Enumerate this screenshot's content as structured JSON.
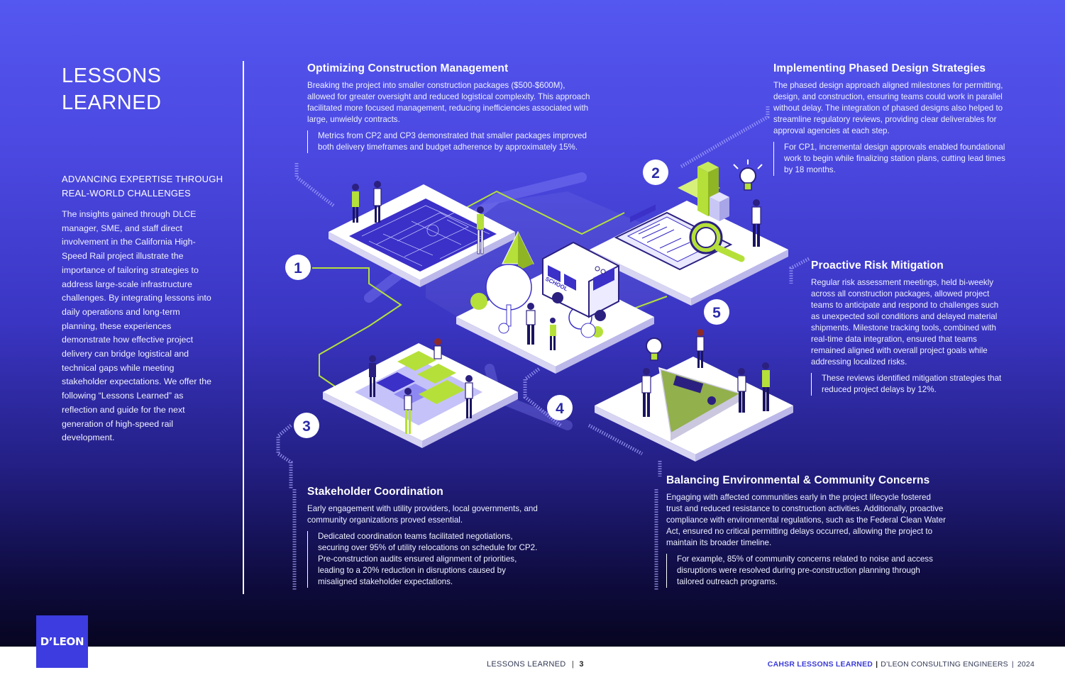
{
  "page": {
    "title_line1": "LESSONS",
    "title_line2": "LEARNED",
    "subtitle": "ADVANCING EXPERTISE THROUGH REAL-WORLD CHALLENGES",
    "intro": "The insights gained through DLCE manager, SME, and staff direct involvement in the California High-Speed Rail project illustrate the importance of tailoring strategies to address large-scale infrastructure challenges. By integrating lessons into daily operations and long-term planning, these experiences demonstrate how effective project delivery can bridge logistical and technical gaps while meeting stakeholder expectations. We offer the following “Lessons Learned” as reflection and guide for the next generation of high-speed rail development."
  },
  "sections": {
    "s1": {
      "title": "Optimizing Construction Management",
      "body": "Breaking the project into smaller construction packages ($500-$600M), allowed for greater oversight and reduced logistical complexity. This approach facilitated more focused management, reducing inefficiencies associated with large, unwieldy contracts.",
      "quote": "Metrics from CP2 and CP3 demonstrated that smaller packages improved both delivery timeframes and budget adherence by approximately 15%."
    },
    "s2": {
      "title": "Implementing Phased Design Strategies",
      "body": "The phased design approach aligned milestones for permitting, design, and construction, ensuring teams could work in parallel without delay. The integration of phased designs also helped to streamline regulatory reviews, providing clear deliverables for approval agencies at each step.",
      "quote": "For CP1, incremental design approvals enabled foundational work to begin while finalizing station plans, cutting lead times by 18 months."
    },
    "s3": {
      "title": "Stakeholder Coordination",
      "body": "Early engagement with utility providers, local governments, and community organizations proved essential.",
      "quote": "Dedicated coordination teams facilitated negotiations, securing over 95% of utility relocations on schedule for CP2. Pre-construction audits ensured alignment of priorities, leading to a 20% reduction in disruptions caused by misaligned stakeholder expectations."
    },
    "s4": {
      "title": "Balancing Environmental & Community Concerns",
      "body": "Engaging with affected communities early in the project lifecycle fostered trust and reduced resistance to construction activities. Additionally, proactive compliance with environmental regulations, such as the Federal Clean Water Act, ensured no critical permitting delays occurred, allowing the project to maintain its broader timeline.",
      "quote": "For example, 85% of community concerns related to noise and access disruptions were resolved during pre-construction planning through tailored outreach programs."
    },
    "s5": {
      "title": "Proactive Risk Mitigation",
      "body": "Regular risk assessment meetings, held bi-weekly across all construction packages, allowed project teams to anticipate and respond to challenges such as unexpected soil conditions and delayed material shipments. Milestone tracking tools, combined with real-time data integration, ensured that teams remained aligned with overall project goals while addressing localized risks.",
      "quote": "These reviews identified mitigation strategies that reduced project delays by 12%."
    }
  },
  "badges": [
    "1",
    "2",
    "3",
    "4",
    "5"
  ],
  "illustration": {
    "bus_label": "SCHOOL"
  },
  "footer": {
    "logo": "D’LEON",
    "section_name": "LESSONS LEARNED",
    "page_sep": "|",
    "page_number": "3",
    "doc_title": "CAHSR LESSONS LEARNED",
    "company": "D’LEON CONSULTING ENGINEERS",
    "year": "2024",
    "bar": "|"
  },
  "colors": {
    "accent_lime": "#b5e03a",
    "brand_blue": "#3c3ce0",
    "badge_text": "#2b2ba8"
  }
}
